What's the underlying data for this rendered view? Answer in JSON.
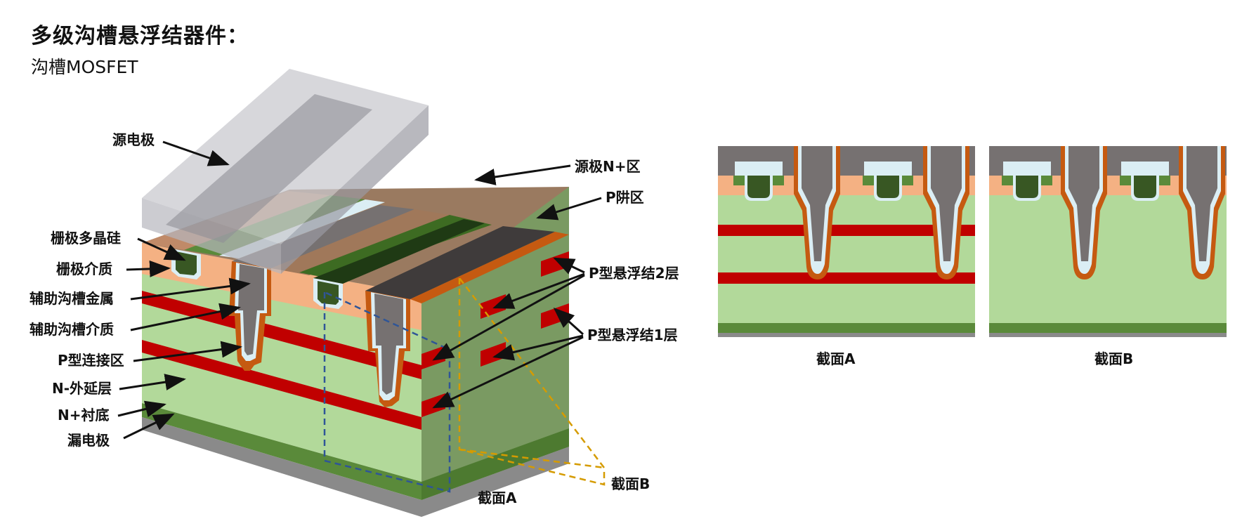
{
  "title": "多级沟槽悬浮结器件：",
  "subtitle": "沟槽MOSFET",
  "left_labels": {
    "source_electrode": "源电极",
    "gate_poly": "栅极多晶硅",
    "gate_dielectric": "栅极介质",
    "aux_trench_metal": "辅助沟槽金属",
    "aux_trench_dielectric": "辅助沟槽介质",
    "p_connect": "P型连接区",
    "n_epi": "N-外延层",
    "n_sub": "N+衬底",
    "drain": "漏电极"
  },
  "right_labels": {
    "source_nplus": "源极N+区",
    "p_well": "P阱区",
    "p_float_2": "P型悬浮结2层",
    "p_float_1": "P型悬浮结1层"
  },
  "section_labels": {
    "a_on_3d": "截面A",
    "b_on_3d": "截面B",
    "a_caption": "截面A",
    "b_caption": "截面B"
  },
  "colors": {
    "epi_green": "#b2d99a",
    "substrate": "#5a8a3a",
    "drain_metal": "#8a8a8a",
    "p_well": "#f4b183",
    "floating_junction": "#c00000",
    "trench_metal": "#767171",
    "trench_liner": "#dbeef4",
    "gate_poly": "#385723",
    "p_connect": "#c55a11",
    "section_a_line": "#2f5597",
    "section_b_line": "#d59b00"
  }
}
